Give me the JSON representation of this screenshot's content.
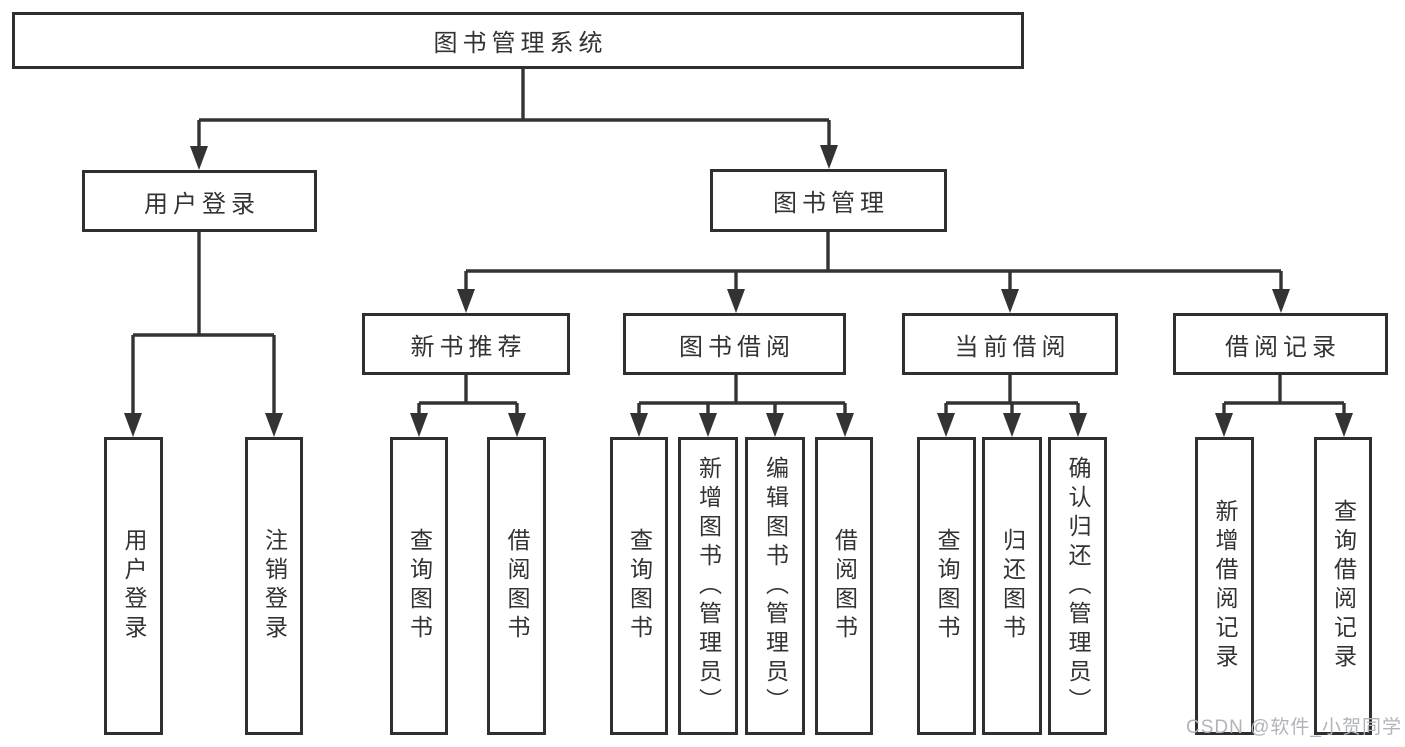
{
  "diagram": {
    "root": "图书管理系统",
    "branches": [
      {
        "label": "用户登录",
        "children": [
          "用户登录",
          "注销登录"
        ]
      },
      {
        "label": "图书管理",
        "children": [
          {
            "label": "新书推荐",
            "children": [
              "查询图书",
              "借阅图书"
            ]
          },
          {
            "label": "图书借阅",
            "children": [
              "查询图书",
              "新增图书（管理员）",
              "编辑图书（管理员）",
              "借阅图书"
            ]
          },
          {
            "label": "当前借阅",
            "children": [
              "查询图书",
              "归还图书",
              "确认归还（管理员）"
            ]
          },
          {
            "label": "借阅记录",
            "children": [
              "新增借阅记录",
              "查询借阅记录"
            ]
          }
        ]
      }
    ],
    "watermark": "CSDN @软件_小贺同学"
  },
  "colors": {
    "line": "#333333",
    "box_border": "#2f2f2f",
    "text": "#333333",
    "watermark": "#b0b4ba",
    "background": "#ffffff"
  }
}
